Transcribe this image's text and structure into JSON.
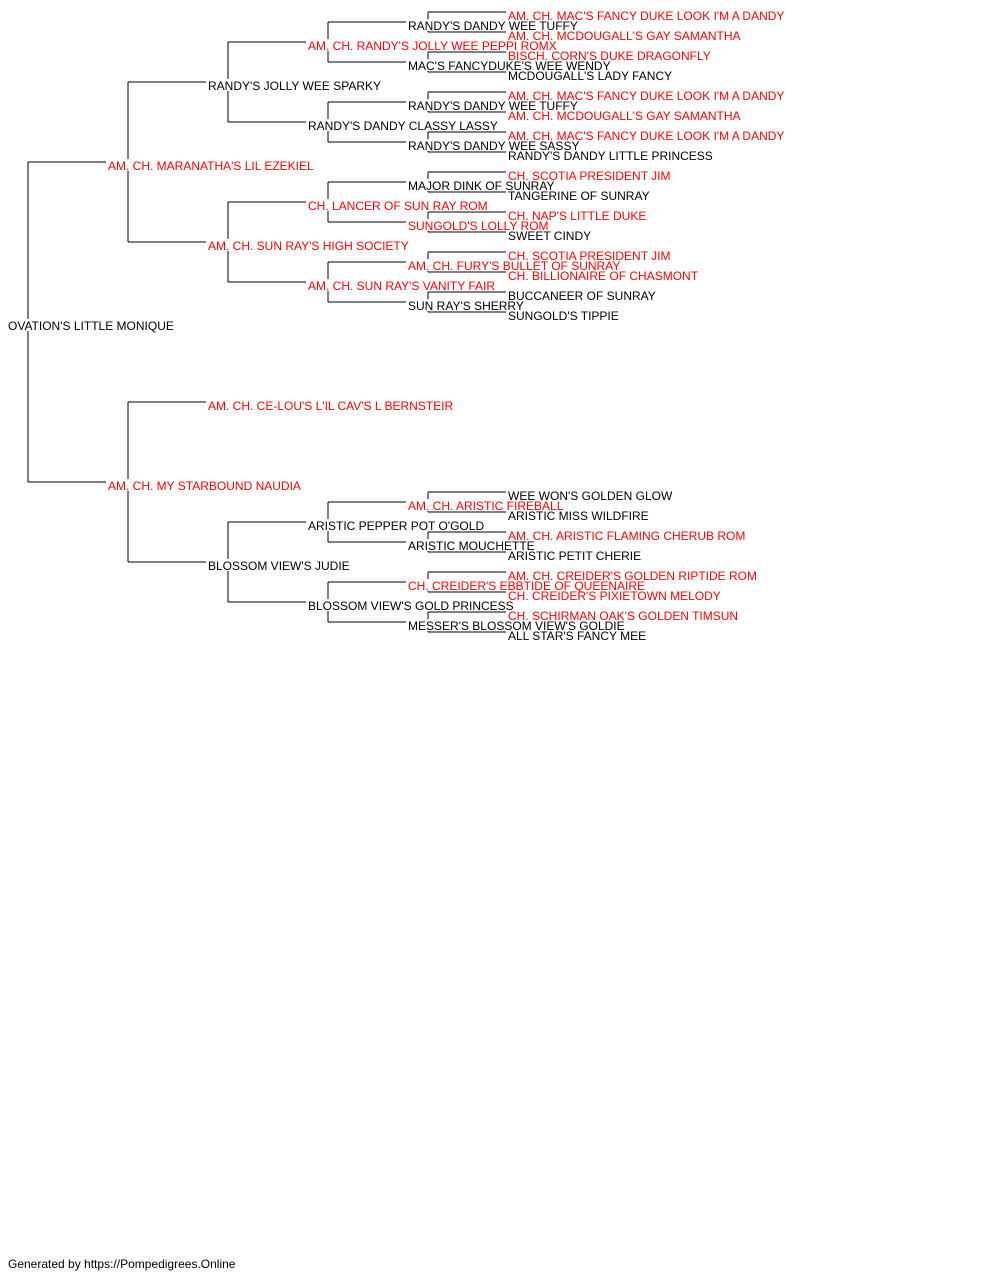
{
  "colors": {
    "champion": "#ff0000",
    "normal": "#000000",
    "line": "#000000"
  },
  "pedigree": [
    {
      "name": "OVATION'S LITTLE MONIQUE",
      "champion": false
    },
    {
      "name": "AM. CH. MARANATHA'S LIL EZEKIEL",
      "champion": true
    },
    {
      "name": "AM. CH. MY STARBOUND NAUDIA",
      "champion": true
    },
    {
      "name": "RANDY'S JOLLY WEE SPARKY",
      "champion": false
    },
    {
      "name": "AM. CH. SUN RAY'S HIGH SOCIETY",
      "champion": true
    },
    {
      "name": "AM. CH. CE-LOU'S L'IL CAV'S L BERNSTEIR",
      "champion": true
    },
    {
      "name": "BLOSSOM VIEW'S JUDIE",
      "champion": false
    },
    {
      "name": "AM. CH. RANDY'S JOLLY WEE PEPPI ROMX",
      "champion": true
    },
    {
      "name": "RANDY'S DANDY CLASSY LASSY",
      "champion": false
    },
    {
      "name": "CH. LANCER OF SUN RAY ROM",
      "champion": true
    },
    {
      "name": "AM. CH. SUN RAY'S VANITY FAIR",
      "champion": true
    },
    null,
    null,
    {
      "name": "ARISTIC PEPPER POT O'GOLD",
      "champion": false
    },
    {
      "name": "BLOSSOM VIEW'S GOLD PRINCESS",
      "champion": false
    },
    {
      "name": "RANDY'S DANDY WEE TUFFY",
      "champion": false
    },
    {
      "name": "MAC'S FANCYDUKE'S WEE WENDY",
      "champion": false
    },
    {
      "name": "RANDY'S DANDY WEE TUFFY",
      "champion": false
    },
    {
      "name": "RANDY'S DANDY WEE SASSY",
      "champion": false
    },
    {
      "name": "MAJOR DINK OF SUNRAY",
      "champion": false
    },
    {
      "name": "SUNGOLD'S LOLLY ROM",
      "champion": true
    },
    {
      "name": "AM. CH. FURY'S BULLET OF SUNRAY",
      "champion": true
    },
    {
      "name": "SUN RAY'S SHERRY",
      "champion": false
    },
    null,
    null,
    null,
    null,
    {
      "name": "AM. CH. ARISTIC FIREBALL",
      "champion": true
    },
    {
      "name": "ARISTIC MOUCHETTE",
      "champion": false
    },
    {
      "name": "CH. CREIDER'S EBBTIDE OF QUEENAIRE",
      "champion": true
    },
    {
      "name": "MESSER'S BLOSSOM VIEW'S GOLDIE",
      "champion": false
    },
    {
      "name": "AM. CH. MAC'S FANCY DUKE LOOK I'M A DANDY",
      "champion": true
    },
    {
      "name": "AM. CH. MCDOUGALL'S GAY SAMANTHA",
      "champion": true
    },
    {
      "name": "BISCH. CORN'S DUKE DRAGONFLY",
      "champion": true
    },
    {
      "name": "MCDOUGALL'S LADY FANCY",
      "champion": false
    },
    {
      "name": "AM. CH. MAC'S FANCY DUKE LOOK I'M A DANDY",
      "champion": true
    },
    {
      "name": "AM. CH. MCDOUGALL'S GAY SAMANTHA",
      "champion": true
    },
    {
      "name": "AM. CH. MAC'S FANCY DUKE LOOK I'M A DANDY",
      "champion": true
    },
    {
      "name": "RANDY'S DANDY LITTLE PRINCESS",
      "champion": false
    },
    {
      "name": "CH. SCOTIA PRESIDENT JIM",
      "champion": true
    },
    {
      "name": "TANGERINE OF SUNRAY",
      "champion": false
    },
    {
      "name": "CH. NAP'S LITTLE DUKE",
      "champion": true
    },
    {
      "name": "SWEET CINDY",
      "champion": false
    },
    {
      "name": "CH. SCOTIA PRESIDENT JIM",
      "champion": true
    },
    {
      "name": "CH. BILLIONAIRE OF CHASMONT",
      "champion": true
    },
    {
      "name": "BUCCANEER OF SUNRAY",
      "champion": false
    },
    {
      "name": "SUNGOLD'S TIPPIE",
      "champion": false
    },
    null,
    null,
    null,
    null,
    null,
    null,
    null,
    null,
    {
      "name": "WEE WON'S GOLDEN GLOW",
      "champion": false
    },
    {
      "name": "ARISTIC MISS WILDFIRE",
      "champion": false
    },
    {
      "name": "AM. CH. ARISTIC FLAMING CHERUB ROM",
      "champion": true
    },
    {
      "name": "ARISTIC PETIT CHERIE",
      "champion": false
    },
    {
      "name": "AM. CH. CREIDER'S GOLDEN RIPTIDE ROM",
      "champion": true
    },
    {
      "name": "CH. CREIDER'S PIXIETOWN MELODY",
      "champion": true
    },
    {
      "name": "CH. SCHIRMAN OAK'S GOLDEN TIMSUN",
      "champion": true
    },
    {
      "name": "ALL STAR'S FANCY MEE",
      "champion": false
    }
  ],
  "footer": {
    "text": "Generated by https://Pompedigrees.Online"
  }
}
